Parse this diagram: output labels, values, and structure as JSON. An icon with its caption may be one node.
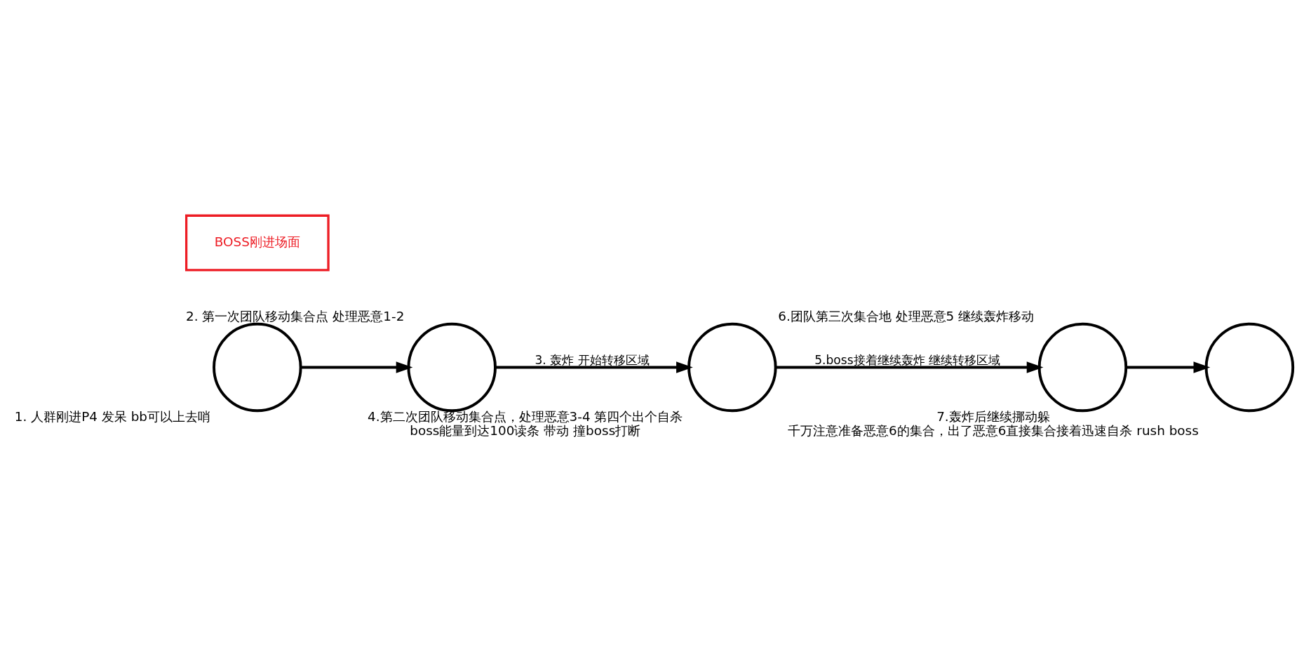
{
  "diagram": {
    "nodes": [
      {
        "text": [],
        "shape": "circle",
        "beside": [
          "4.第二次团队移动集合点，处理恶意3-4 第四个出个自杀",
          "boss能量到达100读条 带动 撞boss打断"
        ]
      },
      {
        "text": [
          "BOSS刚进场面"
        ]
      },
      {
        "text": [],
        "shape": "circle",
        "beside": [
          "7.轰炸后继续挪动躲",
          "千万注意准备恶意6的集合，出了恶意6直接集合接着迅速自杀 rush boss"
        ]
      },
      {
        "text": [],
        "shape": "circle",
        "beside": [
          "2. 第一次团队移动集合点 处理恶意1-2"
        ]
      },
      {
        "text": [],
        "shape": "circle",
        "beside": [
          "6.团队第三次集合地 处理恶意5 继续轰炸移动"
        ]
      },
      {
        "text": [],
        "shape": "circle",
        "beside": [
          "1. 人群刚进P4 发呆 bb可以上去哨"
        ]
      }
    ],
    "edges": [
      {
        "from": 5,
        "to": 3,
        "arrow": "to"
      },
      {
        "from": 3,
        "to": 0,
        "arrow": "to",
        "label": "3. 轰炸 开始转移区域"
      },
      {
        "from": 0,
        "to": 4,
        "arrow": "to",
        "label": "5.boss接着继续轰炸 继续转移区域"
      },
      {
        "from": 4,
        "to": 2,
        "arrow": "to"
      }
    ]
  }
}
